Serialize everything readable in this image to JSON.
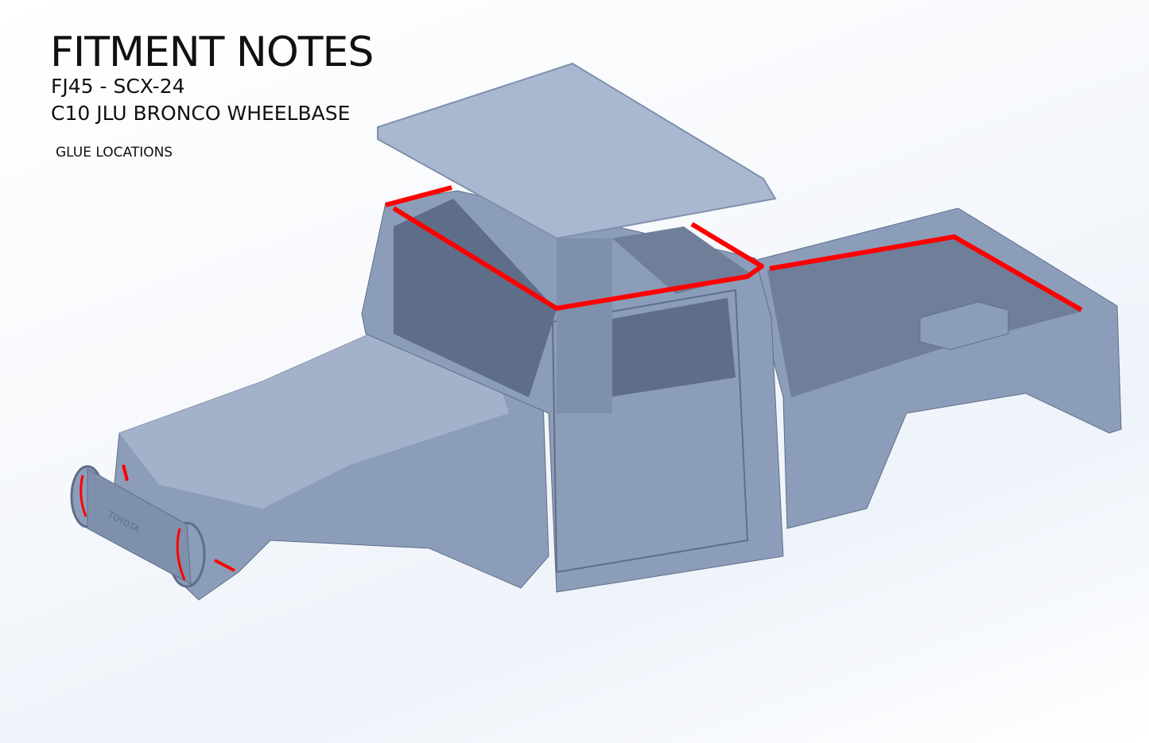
{
  "heading": {
    "title": "FITMENT NOTES",
    "model": "FJ45 - SCX-24",
    "wheelbase": "C10 JLU BRONCO WHEELBASE",
    "note": "GLUE LOCATIONS"
  },
  "colors": {
    "body": "#8c9dba",
    "body_dark": "#5f6e88",
    "body_light": "#a9b8d0",
    "glue": "#ff0000"
  },
  "grille_text": "TOYOTA"
}
